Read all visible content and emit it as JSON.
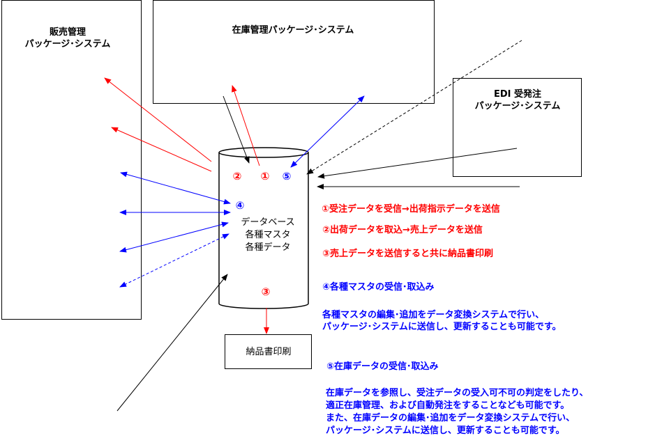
{
  "systems": {
    "sales": {
      "line1": "販売管理",
      "line2": "パッケージ･システム"
    },
    "inventory": {
      "line1": "在庫管理パッケージ･システム"
    },
    "edi": {
      "line1": "EDI 受発注",
      "line2": "パッケージ･システム"
    }
  },
  "database": {
    "lines": [
      "データベース",
      "各種マスタ",
      "各種データ"
    ],
    "markers": {
      "m1": "①",
      "m2": "②",
      "m3": "③",
      "m4": "④",
      "m5": "⑤"
    }
  },
  "print_box": {
    "label": "納品書印刷"
  },
  "legend": {
    "item1": "①受注データを受信→出荷指示データを送信",
    "item2": "②出荷データを取込→売上データを送信",
    "item3": "③売上データを送信すると共に納品書印刷",
    "item4_title": "④各種マスタの受信･取込み",
    "item4_desc": [
      "各種マスタの編集･追加をデータ変換システムで行い、",
      "パッケージ･システムに送信し、更新することも可能です。"
    ],
    "item5_title": "⑤在庫データの受信･取込み",
    "item5_desc": [
      "在庫データを参照し、受注データの受入可不可の判定をしたり、",
      "適正在庫管理、および自動発注をすることなども可能です。",
      "また、在庫データの編集･追加をデータ変換システムで行い、",
      "パッケージ･システムに送信し、更新することも可能です。"
    ]
  },
  "colors": {
    "red": "#ff0000",
    "blue": "#0000ff",
    "black": "#000000"
  }
}
